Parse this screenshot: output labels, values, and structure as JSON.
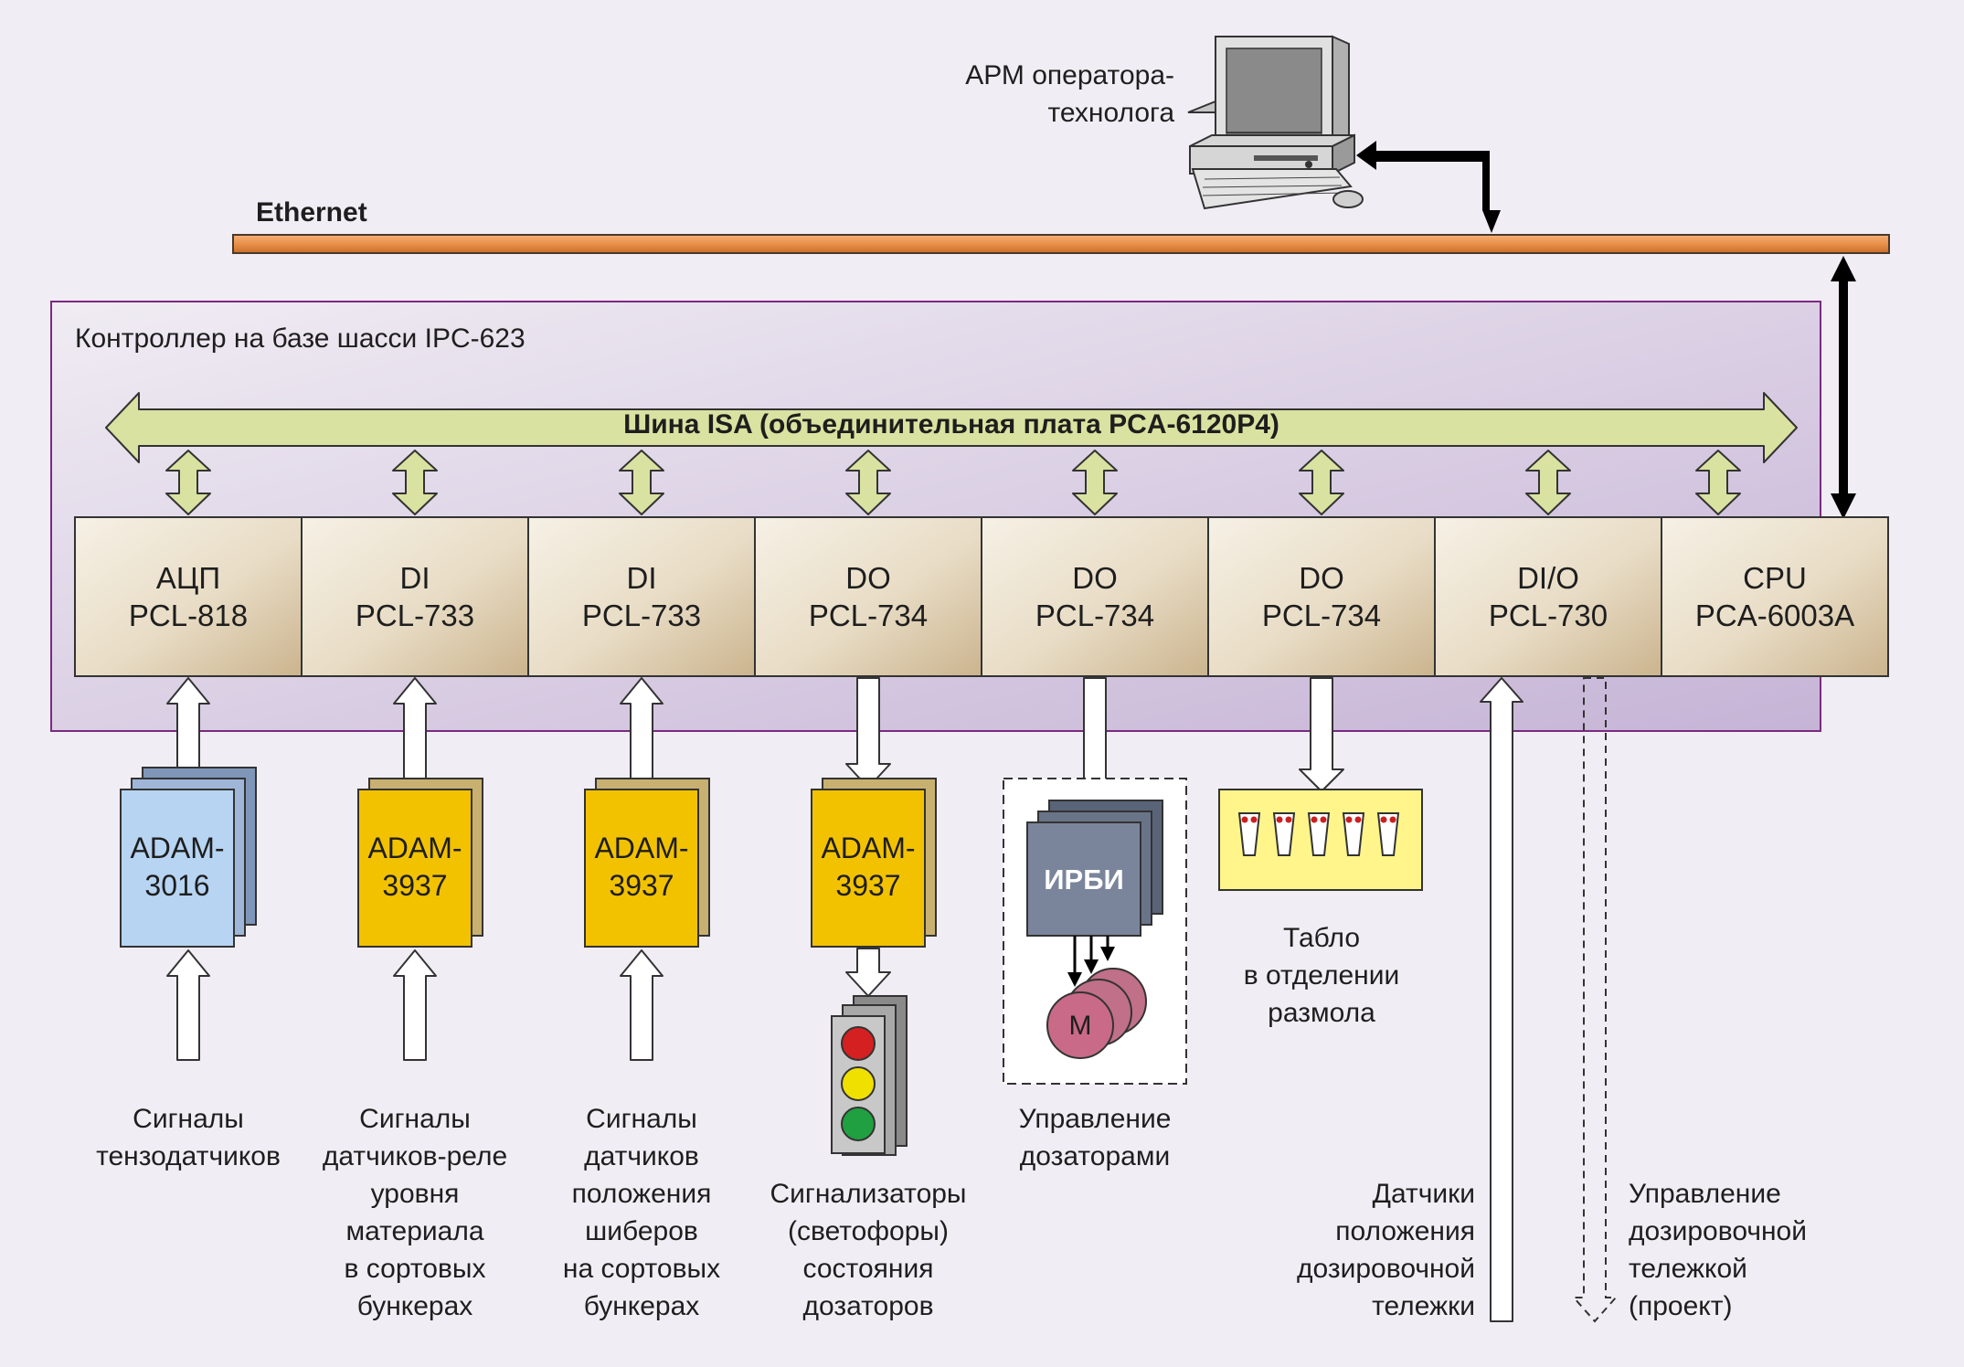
{
  "workstation": {
    "label_lines": [
      "АРМ оператора-",
      "технолога"
    ]
  },
  "ethernet": {
    "label": "Ethernet",
    "color": "#e8904a"
  },
  "controller": {
    "label": "Контроллер на базе шасси IPC-623",
    "border_color": "#7a2a82"
  },
  "isa_bus": {
    "label": "Шина ISA (объединительная плата PCA-6120P4)",
    "color": "#d9e2a0"
  },
  "modules": [
    {
      "line1": "АЦП",
      "line2": "PCL-818"
    },
    {
      "line1": "DI",
      "line2": "PCL-733"
    },
    {
      "line1": "DI",
      "line2": "PCL-733"
    },
    {
      "line1": "DO",
      "line2": "PCL-734"
    },
    {
      "line1": "DO",
      "line2": "PCL-734"
    },
    {
      "line1": "DO",
      "line2": "PCL-734"
    },
    {
      "line1": "DI/O",
      "line2": "PCL-730"
    },
    {
      "line1": "CPU",
      "line2": "PCA-6003A"
    }
  ],
  "adam_blocks": [
    {
      "line1": "ADAM-",
      "line2": "3016",
      "color": "#b7d4f2"
    },
    {
      "line1": "ADAM-",
      "line2": "3937",
      "color": "#f2c200"
    },
    {
      "line1": "ADAM-",
      "line2": "3937",
      "color": "#f2c200"
    },
    {
      "line1": "ADAM-",
      "line2": "3937",
      "color": "#f2c200"
    }
  ],
  "irbi": {
    "label": "ИРБИ",
    "motor_label": "M"
  },
  "traffic_light": {
    "colors": [
      "#d42020",
      "#f0e000",
      "#20a040"
    ]
  },
  "board": {
    "color": "#fff58a"
  },
  "captions": {
    "tenzo": [
      "Сигналы",
      "тензодатчиков"
    ],
    "relay": [
      "Сигналы",
      "датчиков-реле",
      "уровня",
      "материала",
      "в сортовых",
      "бункерах"
    ],
    "shiber": [
      "Сигналы",
      "датчиков",
      "положения",
      "шиберов",
      "на сортовых",
      "бункерах"
    ],
    "signal": [
      "Сигнализаторы",
      "(светофоры)",
      "состояния",
      "дозаторов"
    ],
    "dozators": [
      "Управление",
      "дозаторами"
    ],
    "board": [
      "Табло",
      "в отделении",
      "размола"
    ],
    "cart_sensors": [
      "Датчики",
      "положения",
      "дозировочной",
      "тележки"
    ],
    "cart_control": [
      "Управление",
      "дозировочной",
      "тележкой",
      "(проект)"
    ]
  }
}
